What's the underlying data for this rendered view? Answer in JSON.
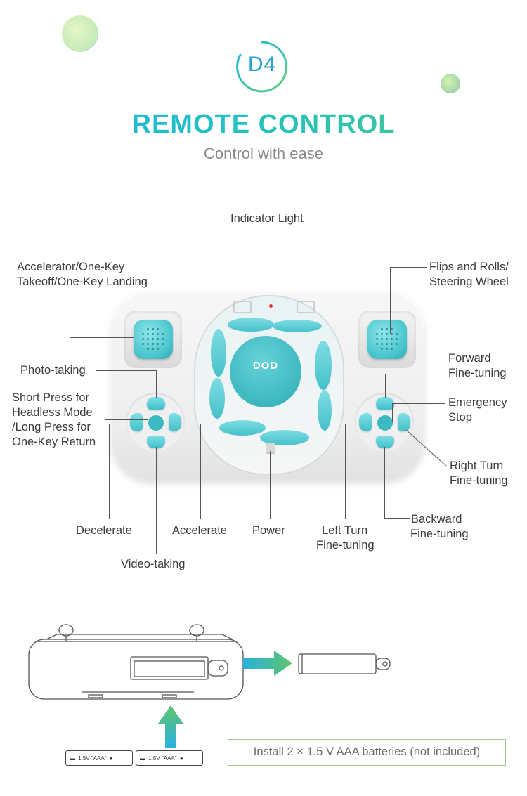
{
  "header": {
    "logo_text": "D4",
    "title": "REMOTE CONTROL",
    "subtitle": "Control with ease"
  },
  "labels": {
    "indicator": "Indicator Light",
    "accelerator_1": "Accelerator/One-Key",
    "accelerator_2": "Takeoff/One-Key Landing",
    "flips_1": "Flips and Rolls/",
    "flips_2": "Steering Wheel",
    "photo": "Photo-taking",
    "headless_1": "Short Press for",
    "headless_2": "Headless Mode",
    "headless_3": "/Long Press for",
    "headless_4": "One-Key Return",
    "forward_1": "Forward",
    "forward_2": "Fine-tuning",
    "emergency_1": "Emergency",
    "emergency_2": "Stop",
    "right_1": "Right Turn",
    "right_2": "Fine-tuning",
    "backward_1": "Backward",
    "backward_2": "Fine-tuning",
    "left_1": "Left Turn",
    "left_2": "Fine-tuning",
    "decelerate": "Decelerate",
    "accelerate": "Accelerate",
    "power": "Power",
    "video": "Video-taking"
  },
  "drone": {
    "logo": "DOD"
  },
  "battery": {
    "cell_label": "1.5V \"AAA\"",
    "note": "Install 2 × 1.5 V AAA batteries (not included)"
  },
  "colors": {
    "teal": "#45c3cb",
    "title_start": "#1cb7e6",
    "title_end": "#55c98a",
    "arrow_green": "#5ec46a",
    "arrow_blue": "#2bb0e0"
  }
}
